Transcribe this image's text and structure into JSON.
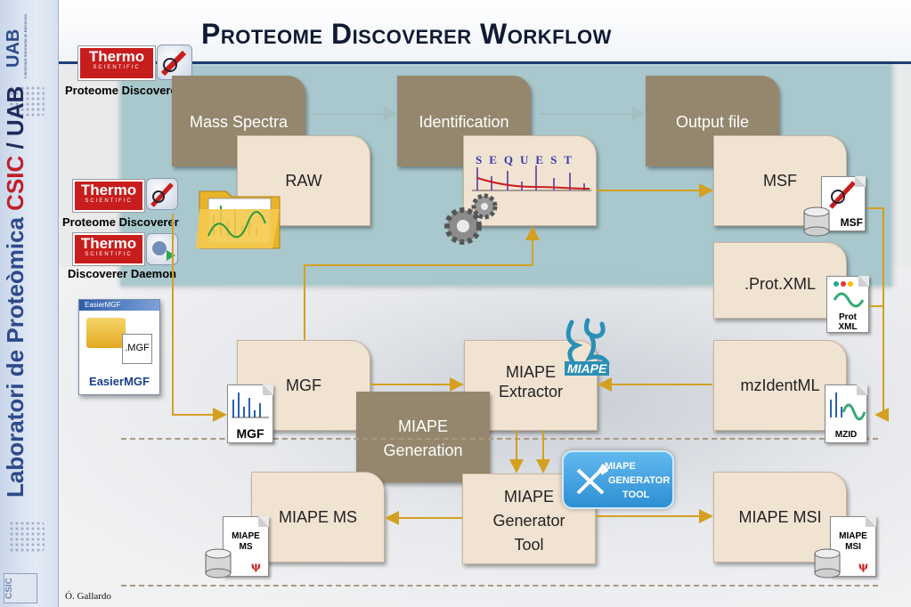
{
  "slide": {
    "title": "Proteome Discoverer Workflow",
    "footer": "Ó. Gallardo"
  },
  "sidebar": {
    "lab_name_a": "Laboratori de Proteòmica ",
    "lab_name_csic": "CSIC",
    "lab_name_sep": " / ",
    "lab_name_uab": "UAB",
    "uab_logo": "UAB",
    "uab_subtitle": "Universitat Autònoma de Barcelona",
    "csic_logo": "CSIC"
  },
  "software": {
    "brand": "Thermo",
    "brand_sub": "SCIENTIFIC",
    "proteome_discoverer_top": "Proteome Discoverer",
    "proteome_discoverer": "Proteome Discoverer",
    "discoverer_daemon": "Discoverer Daemon",
    "easier_mgf": "EasierMGF",
    "easier_mgf_window": "EasierMGF",
    "easier_mgf_ext": ".MGF"
  },
  "headers": {
    "mass_spectra": "Mass Spectra",
    "identification": "Identification",
    "output_file": "Output file"
  },
  "boxes": {
    "raw": "RAW",
    "msf": "MSF",
    "prot_xml": ".Prot.XML",
    "mgf": "MGF",
    "miape_extractor_1": "MIAPE",
    "miape_extractor_2": "Extractor",
    "mzidentml": "mzIdentML",
    "miape_generation_1": "MIAPE",
    "miape_generation_2": "Generation",
    "miape_ms": "MIAPE MS",
    "miape_generator_1": "MIAPE",
    "miape_generator_2": "Generator",
    "miape_generator_3": "Tool",
    "miape_msi": "MIAPE MSI"
  },
  "icons": {
    "sequest": "SEQUEST",
    "msf_badge": "MSF",
    "mgf_badge": "MGF",
    "protxml_badge_1": "Prot",
    "protxml_badge_2": "XML",
    "mzid_badge": "MZID",
    "miape_logo": "MIAPE",
    "mgt_line1": "MIAPE",
    "mgt_line2": "GENERATOR",
    "mgt_line3": "TOOL",
    "miape_ms_badge_1": "MIAPE",
    "miape_ms_badge_2": "MS",
    "miape_msi_badge_1": "MIAPE",
    "miape_msi_badge_2": "MSI",
    "psi": "ψ"
  },
  "colors": {
    "arrow": "#d4a020",
    "teal_panel": "#96bec4",
    "header_box": "#94876d",
    "content_box": "#f1e3d2",
    "title_rule": "#1e3f7a",
    "csic_red": "#c0202a"
  }
}
